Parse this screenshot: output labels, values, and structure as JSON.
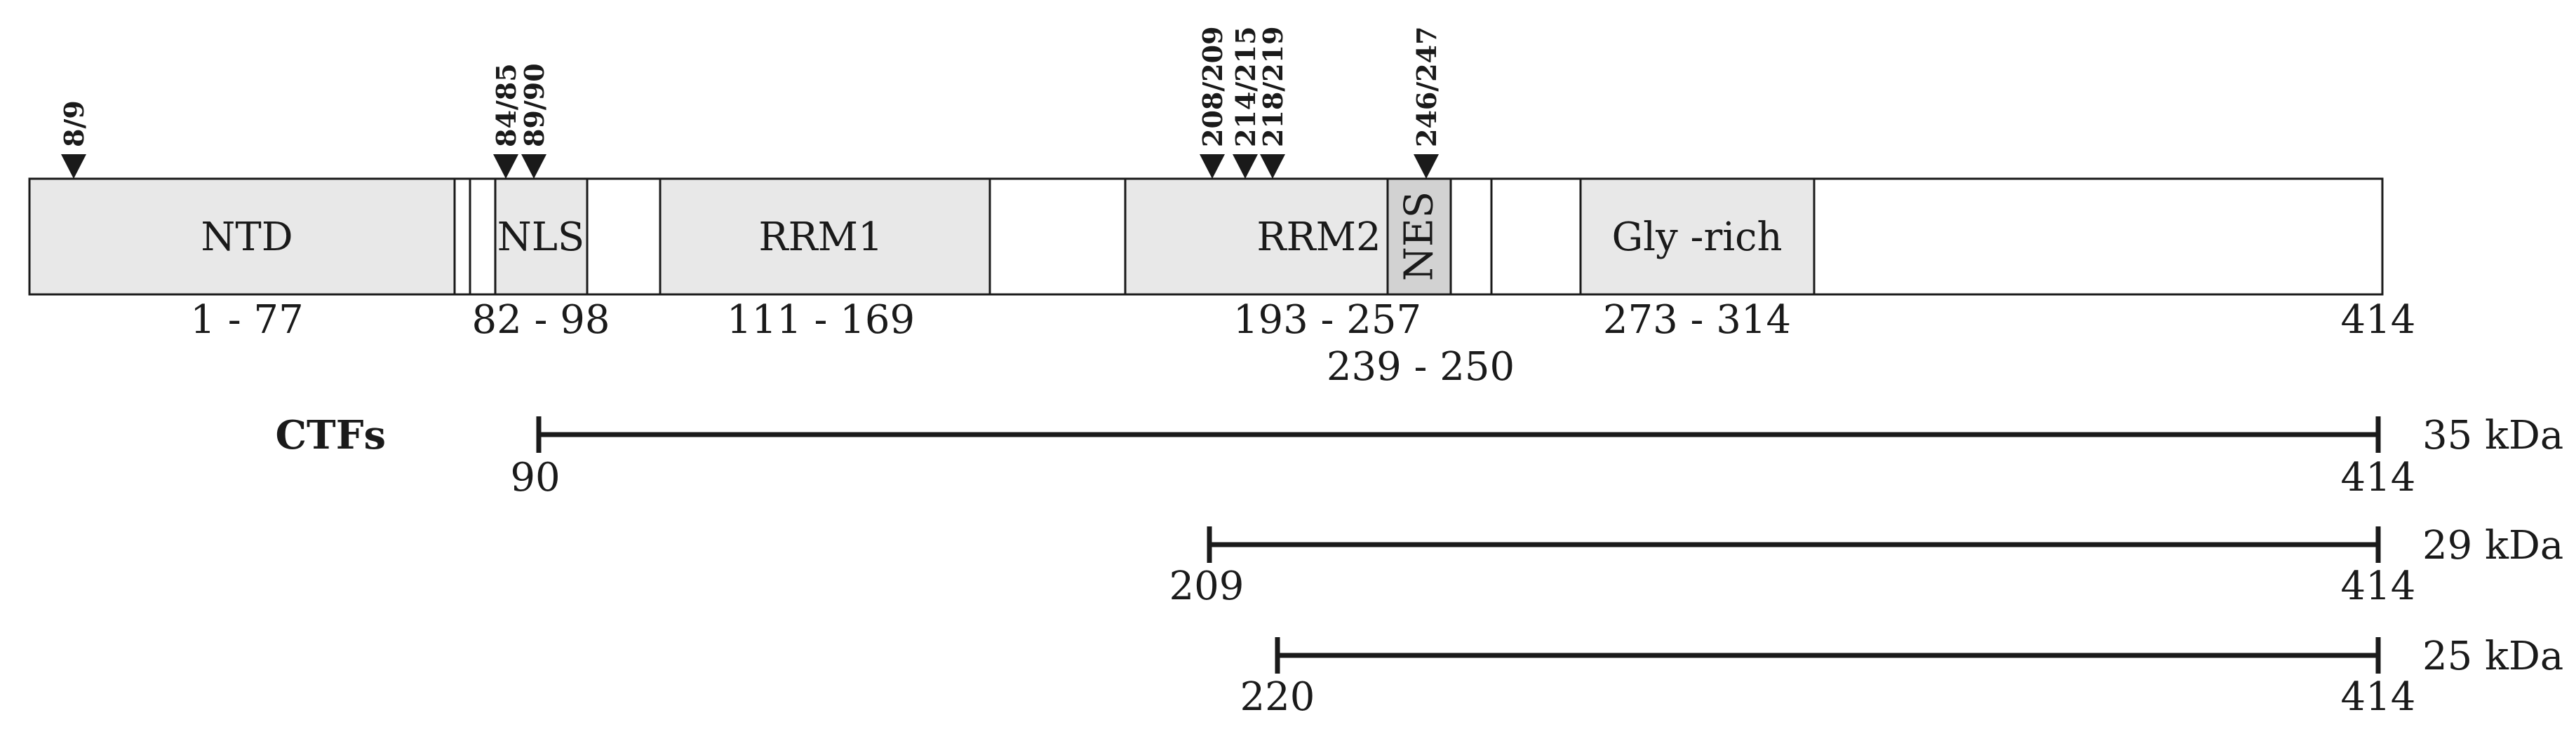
{
  "protein": {
    "total_length": 414,
    "end_label": "414"
  },
  "domains": [
    {
      "id": "ntd",
      "label": "NTD",
      "range_label": "1 - 77",
      "start": 1,
      "end": 77
    },
    {
      "id": "nls",
      "label": "NLS",
      "range_label": "82 - 98",
      "start": 82,
      "end": 98
    },
    {
      "id": "rrm1",
      "label": "RRM1",
      "range_label": "111 - 169",
      "start": 111,
      "end": 169
    },
    {
      "id": "rrm2",
      "label": "RRM2",
      "range_label": "193 - 257",
      "start": 193,
      "end": 257
    },
    {
      "id": "nes",
      "label": "NES",
      "range_label": "239 - 250",
      "start": 239,
      "end": 250
    },
    {
      "id": "gly",
      "label": "Gly -rich",
      "range_label": "273 - 314",
      "start": 273,
      "end": 314
    }
  ],
  "cleavage_sites": [
    {
      "label": "8/9",
      "position": 8.5
    },
    {
      "label": "84/85",
      "position": 84.5
    },
    {
      "label": "89/90",
      "position": 89.5
    },
    {
      "label": "208/209",
      "position": 208.5
    },
    {
      "label": "214/215",
      "position": 214.5
    },
    {
      "label": "218/219",
      "position": 218.5
    },
    {
      "label": "246/247",
      "position": 246.5
    }
  ],
  "ctfs": {
    "title": "CTFs",
    "fragments": [
      {
        "start": 90,
        "end": 414,
        "start_label": "90",
        "end_label": "414",
        "mass": "35 kDa"
      },
      {
        "start": 209,
        "end": 414,
        "start_label": "209",
        "end_label": "414",
        "mass": "29 kDa"
      },
      {
        "start": 220,
        "end": 414,
        "start_label": "220",
        "end_label": "414",
        "mass": "25 kDa"
      }
    ]
  },
  "colors": {
    "domain_fill": "#e8e8e8",
    "nes_fill": "#d2d2d2",
    "stroke": "#1a1a1a",
    "background": "#ffffff"
  }
}
